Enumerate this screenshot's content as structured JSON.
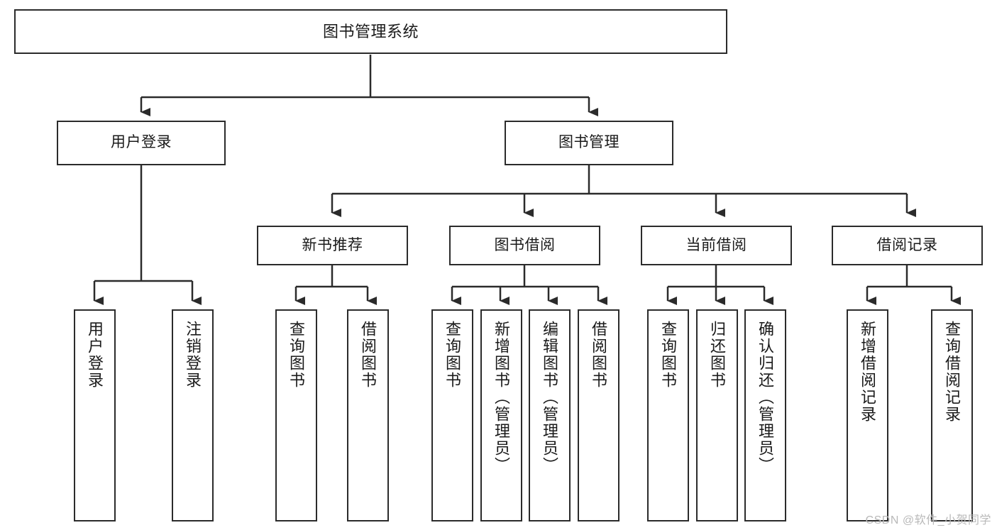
{
  "diagram": {
    "title": "图书管理系统",
    "watermark": "CSDN @软件_小贺同学",
    "colors": {
      "stroke": "#2b2b2b",
      "fill": "#ffffff",
      "text": "#1a1a1a",
      "watermark": "#b9b9b9"
    },
    "nodes": {
      "root": "图书管理系统",
      "level1": {
        "user_login": "用户登录",
        "book_manage": "图书管理"
      },
      "level2": {
        "new_book_recommend": "新书推荐",
        "book_borrow": "图书借阅",
        "current_borrow": "当前借阅",
        "borrow_record": "借阅记录"
      },
      "leaves": {
        "user_login_1": "用户登录",
        "user_login_2": "注销登录",
        "recommend_1": "查询图书",
        "recommend_2": "借阅图书",
        "borrow_1": "查询图书",
        "borrow_2": "新增图书（管理员）",
        "borrow_3": "编辑图书（管理员）",
        "borrow_4": "借阅图书",
        "current_1": "查询图书",
        "current_2": "归还图书",
        "current_3": "确认归还（管理员）",
        "record_1": "新增借阅记录",
        "record_2": "查询借阅记录"
      }
    }
  }
}
